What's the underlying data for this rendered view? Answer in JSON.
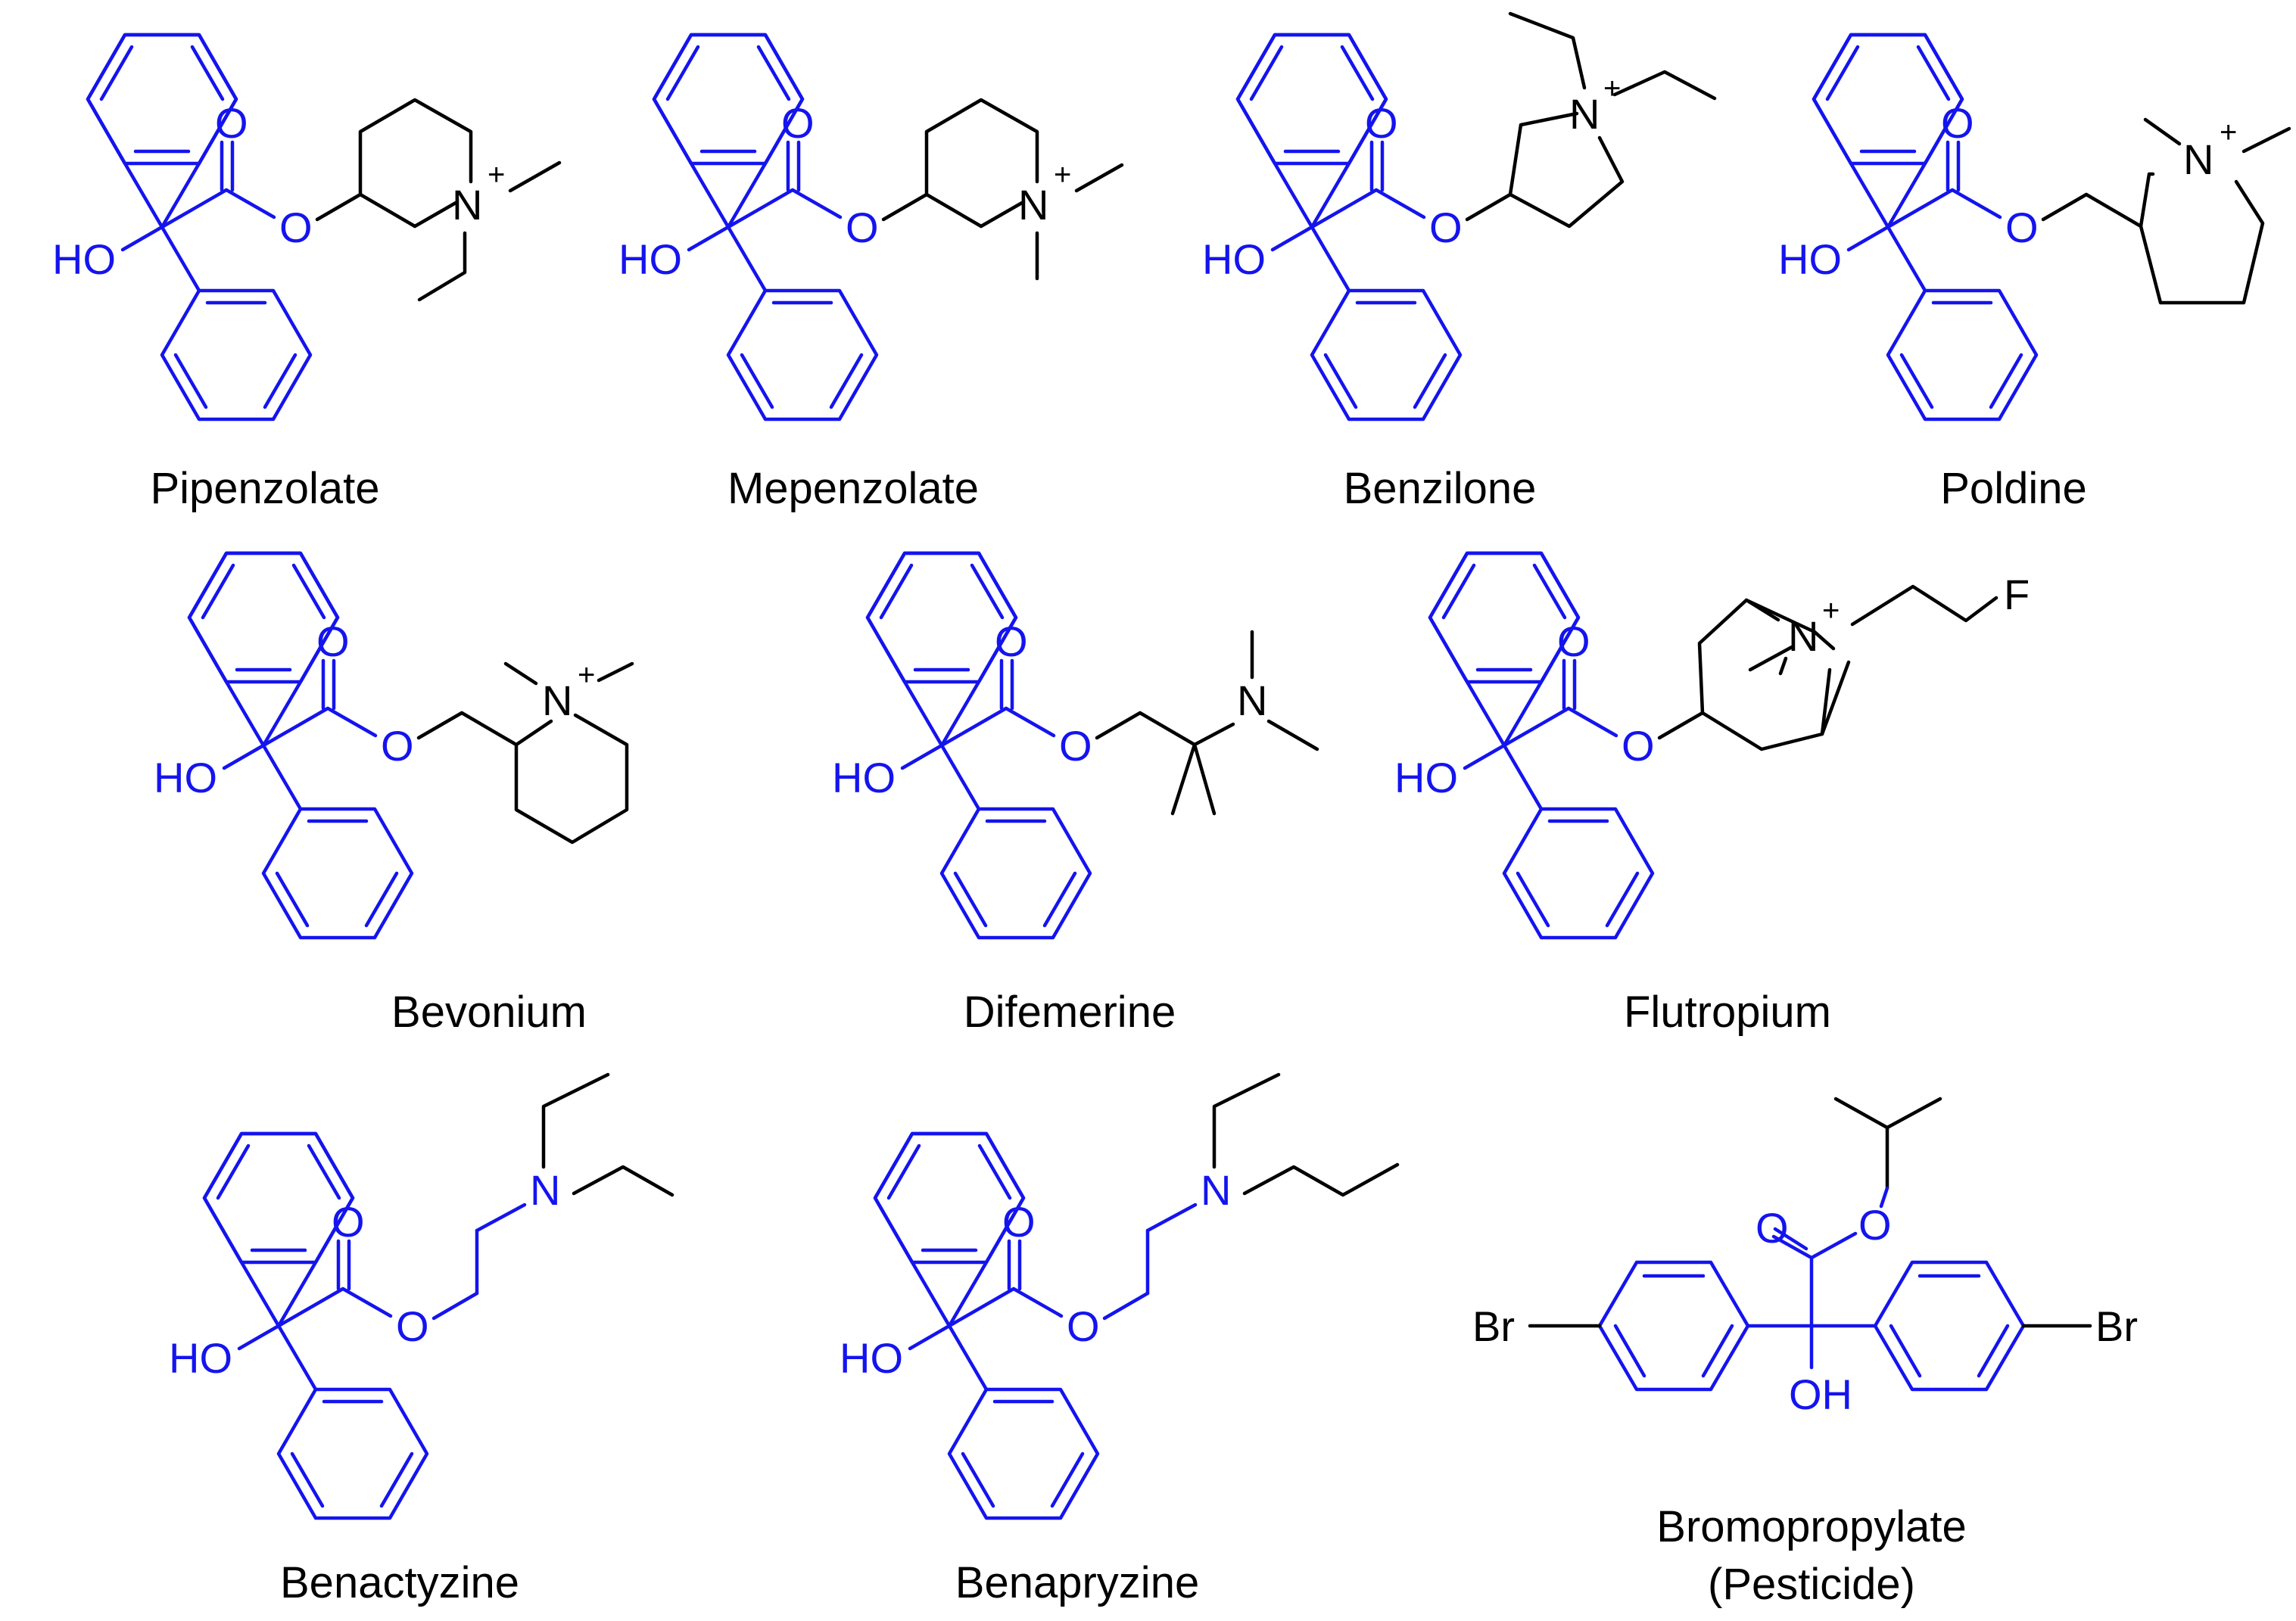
{
  "colors": {
    "core": "#1414ee",
    "substituent": "#000000",
    "background": "#ffffff"
  },
  "atoms": {
    "oxygen": "O",
    "hydroxyl": "HO",
    "hydroxyl_down": "OH",
    "nitrogen": "N",
    "plus": "+",
    "fluorine": "F",
    "bromine": "Br"
  },
  "compounds": [
    {
      "name": "Pipenzolate"
    },
    {
      "name": "Mepenzolate"
    },
    {
      "name": "Benzilone"
    },
    {
      "name": "Poldine"
    },
    {
      "name": "Bevonium"
    },
    {
      "name": "Difemerine"
    },
    {
      "name": "Flutropium"
    },
    {
      "name": "Benactyzine"
    },
    {
      "name": "Benapryzine"
    },
    {
      "name": "Bromopropylate",
      "note": "(Pesticide)"
    }
  ]
}
